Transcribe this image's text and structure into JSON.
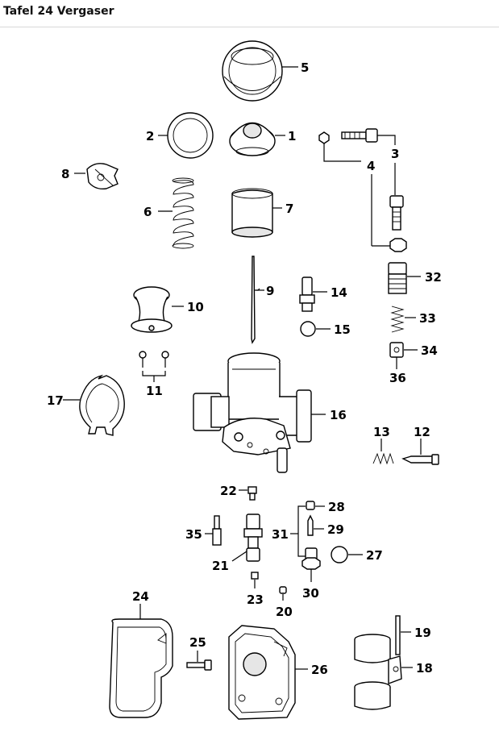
{
  "page": {
    "title": "Tafel 24 Vergaser"
  },
  "labels": {
    "p1": "1",
    "p2": "2",
    "p3": "3",
    "p4": "4",
    "p5": "5",
    "p6": "6",
    "p7": "7",
    "p8": "8",
    "p9": "9",
    "p10": "10",
    "p11": "11",
    "p12": "12",
    "p13": "13",
    "p14": "14",
    "p15": "15",
    "p16": "16",
    "p17": "17",
    "p18": "18",
    "p19": "19",
    "p20": "20",
    "p21": "21",
    "p22": "22",
    "p23": "23",
    "p24": "24",
    "p25": "25",
    "p26": "26",
    "p27": "27",
    "p28": "28",
    "p29": "29",
    "p30": "30",
    "p31": "31",
    "p32": "32",
    "p33": "33",
    "p34": "34",
    "p35": "35",
    "p36": "36"
  },
  "colors": {
    "line": "#000000",
    "fill": "#ffffff",
    "shade": "#e6e6e6",
    "rule": "#d8d8d8"
  }
}
